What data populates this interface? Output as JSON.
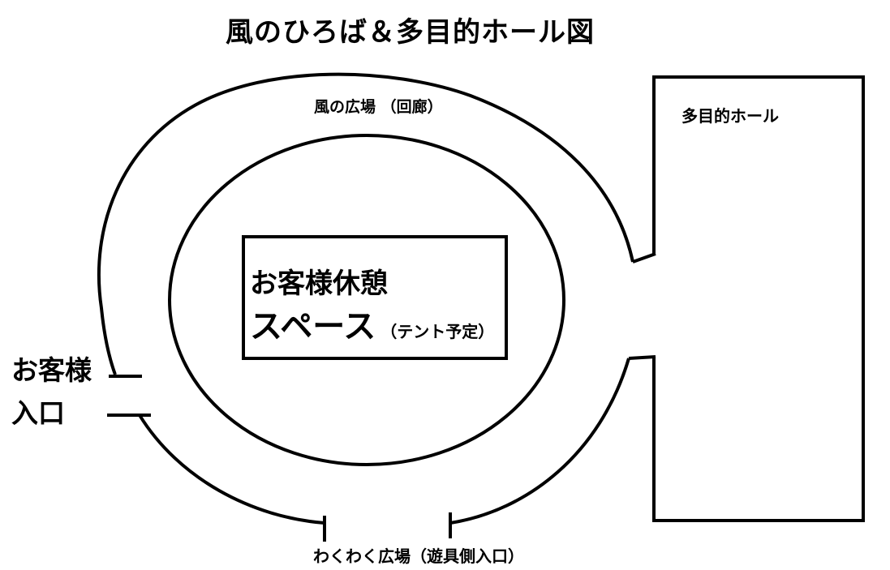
{
  "title": "風のひろば＆多目的ホール図",
  "corridor_label": "風の広場 （回廊）",
  "hall_label": "多目的ホール",
  "rest_area": {
    "line1": "お客様休憩",
    "line2": "スペース",
    "note": "（テント予定）"
  },
  "entrance": {
    "line1": "お客様",
    "line2": "入口"
  },
  "waku_label": "わくわく広場（遊具側入口）"
}
